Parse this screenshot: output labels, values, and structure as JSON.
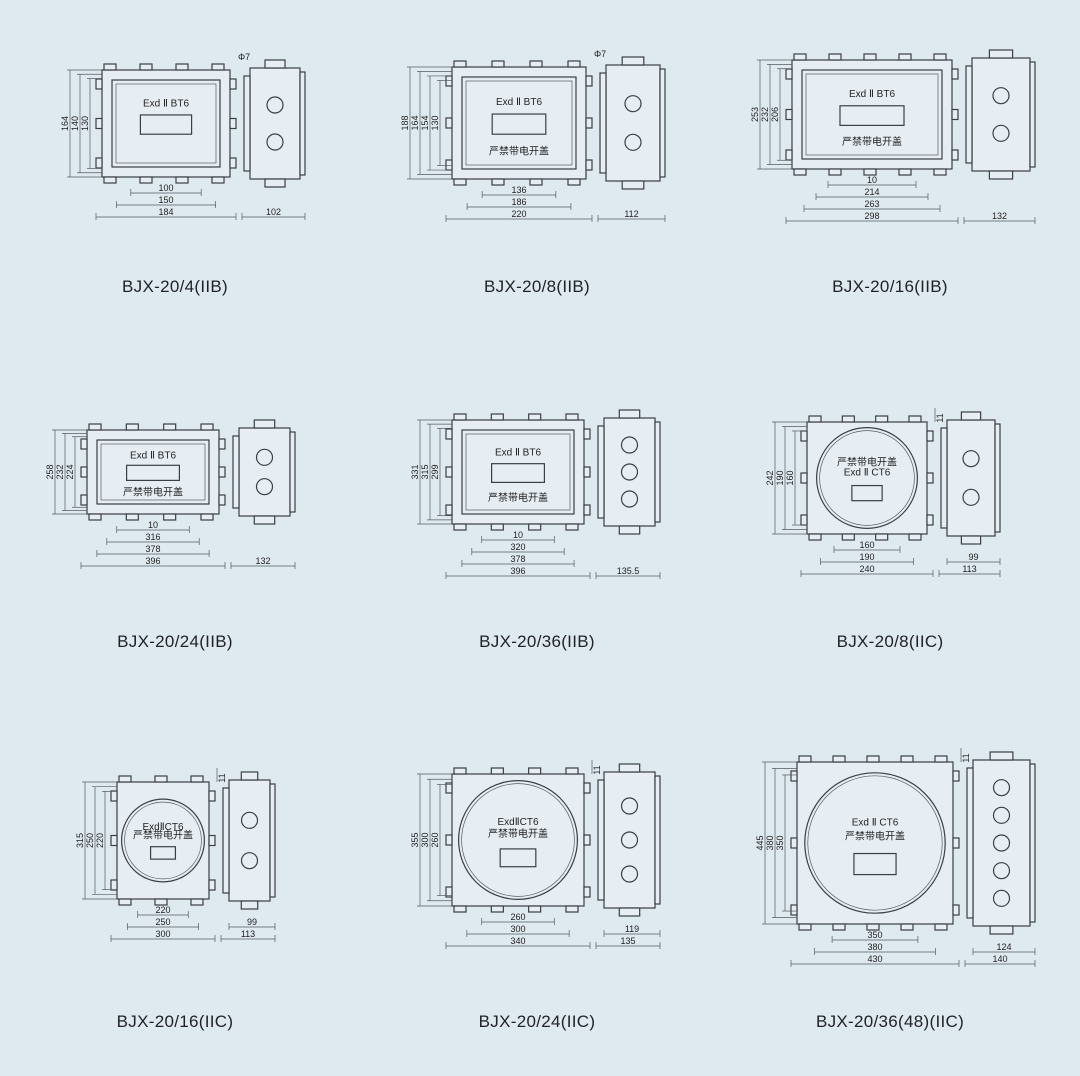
{
  "colors": {
    "background": "#dfe9f0",
    "line": "#3b3f44",
    "text": "#1f2226"
  },
  "models": [
    {
      "caption": "BJX-20/4(IIB)",
      "type": "rect",
      "ports": 2,
      "marking": [
        "Exd Ⅱ BT6"
      ],
      "hole": "Φ7",
      "heights": [
        "164",
        "140",
        "130"
      ],
      "widths": [
        "100",
        "150",
        "184"
      ],
      "side": [
        "102"
      ]
    },
    {
      "caption": "BJX-20/8(IIB)",
      "type": "rect",
      "ports": 2,
      "marking": [
        "Exd Ⅱ BT6",
        "严禁带电开盖"
      ],
      "hole": "Φ7",
      "heights": [
        "188",
        "164",
        "154",
        "130"
      ],
      "widths": [
        "136",
        "186",
        "220"
      ],
      "side": [
        "112"
      ]
    },
    {
      "caption": "BJX-20/16(IIB)",
      "type": "rect",
      "ports": 2,
      "marking": [
        "Exd Ⅱ BT6",
        "严禁带电开盖"
      ],
      "heights": [
        "253",
        "232",
        "206"
      ],
      "widths": [
        "10",
        "214",
        "263",
        "298"
      ],
      "side": [
        "132"
      ]
    },
    {
      "caption": "BJX-20/24(IIB)",
      "type": "rect",
      "ports": 2,
      "marking": [
        "Exd Ⅱ BT6",
        "严禁带电开盖"
      ],
      "heights": [
        "258",
        "232",
        "224"
      ],
      "widths": [
        "10",
        "316",
        "378",
        "396"
      ],
      "side": [
        "132"
      ]
    },
    {
      "caption": "BJX-20/36(IIB)",
      "type": "rect",
      "ports": 3,
      "marking": [
        "Exd Ⅱ BT6",
        "严禁带电开盖"
      ],
      "heights": [
        "331",
        "315",
        "299"
      ],
      "widths": [
        "10",
        "320",
        "378",
        "396"
      ],
      "side": [
        "135.5"
      ]
    },
    {
      "caption": "BJX-20/8(IIC)",
      "type": "round",
      "ports": 2,
      "marking": [
        "严禁带电开盖",
        "Exd Ⅱ CT6"
      ],
      "top": "11",
      "heights": [
        "242",
        "190",
        "160"
      ],
      "widths": [
        "160",
        "190",
        "240"
      ],
      "side": [
        "99",
        "113"
      ]
    },
    {
      "caption": "BJX-20/16(IIC)",
      "type": "round",
      "ports": 2,
      "marking": [
        "ExdⅡCT6",
        "严禁带电开盖"
      ],
      "top": "11",
      "heights": [
        "315",
        "250",
        "220"
      ],
      "widths": [
        "220",
        "250",
        "300"
      ],
      "side": [
        "99",
        "113"
      ]
    },
    {
      "caption": "BJX-20/24(IIC)",
      "type": "round",
      "ports": 3,
      "marking": [
        "ExdⅡCT6",
        "严禁带电开盖"
      ],
      "top": "11",
      "heights": [
        "355",
        "300",
        "260"
      ],
      "widths": [
        "260",
        "300",
        "340"
      ],
      "side": [
        "119",
        "135"
      ]
    },
    {
      "caption": "BJX-20/36(48)(IIC)",
      "type": "round",
      "ports": 5,
      "marking": [
        "Exd Ⅱ CT6",
        "严禁带电开盖"
      ],
      "top": "11",
      "heights": [
        "445",
        "380",
        "350"
      ],
      "widths": [
        "350",
        "380",
        "430"
      ],
      "side": [
        "124",
        "140"
      ]
    }
  ]
}
